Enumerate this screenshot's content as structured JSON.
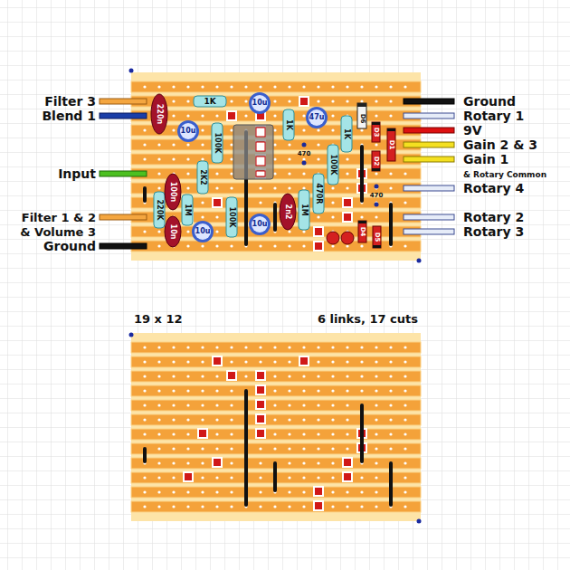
{
  "diagram": {
    "labels": [
      "Filter 3",
      "Blend 1",
      "Input",
      "Filter 1 & 2",
      "& Volume 3",
      "Ground",
      "Ground",
      "Rotary 1",
      "9V",
      "Gain 2 & 3",
      "Gain 1",
      "& Rotary Common",
      "Rotary 4",
      "Rotary 2",
      "Rotary 3",
      "19 x 12",
      "6 links, 17 cuts",
      "220n",
      "1K",
      "10u",
      "10u",
      "1K",
      "47u",
      "D6",
      "1K",
      "100K",
      "D3",
      "D1",
      "D2",
      "470",
      "100K",
      "2K2",
      "100n",
      "470R",
      "470",
      "1M",
      "220K",
      "1M",
      "2n2",
      "100K",
      "10u",
      "10n",
      "10u",
      "D4",
      "D5"
    ]
  }
}
